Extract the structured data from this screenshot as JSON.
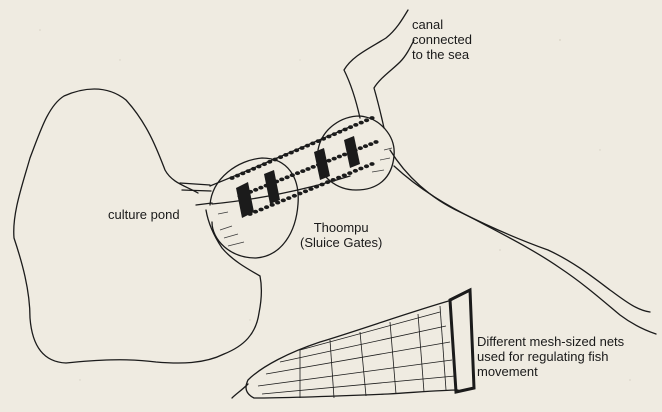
{
  "labels": {
    "canal": [
      "canal",
      "connected",
      "to the sea"
    ],
    "culture_pond": "culture pond",
    "thoompu": [
      "Thoompu",
      "(Sluice Gates)"
    ],
    "nets": [
      "Different mesh-sized nets",
      "used for regulating fish",
      "movement"
    ]
  },
  "colors": {
    "paper": "#efebe1",
    "ink": "#1b1b1b"
  }
}
